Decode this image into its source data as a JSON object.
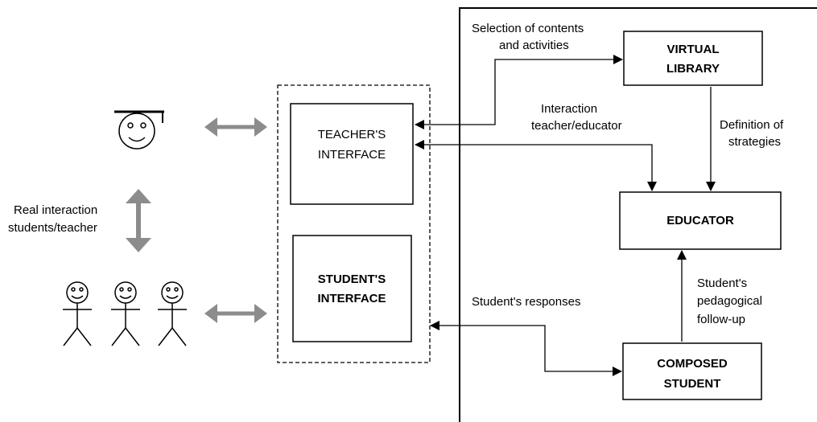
{
  "boxes": {
    "virtual_library": [
      "VIRTUAL",
      "LIBRARY"
    ],
    "teacher_interface": [
      "TEACHER'S",
      "INTERFACE"
    ],
    "student_interface": [
      "STUDENT'S",
      "INTERFACE"
    ],
    "educator": [
      "EDUCATOR"
    ],
    "composed_student": [
      "COMPOSED",
      "STUDENT"
    ]
  },
  "labels": {
    "selection": [
      "Selection of contents",
      "and activities"
    ],
    "interaction_teacher_educator": [
      "Interaction",
      "teacher/educator"
    ],
    "definition_strategies": [
      "Definition of",
      "strategies"
    ],
    "real_interaction": [
      "Real interaction",
      "students/teacher"
    ],
    "students_responses": [
      "Student's responses"
    ],
    "pedagogical_followup": [
      "Student's",
      "pedagogical",
      "follow-up"
    ]
  },
  "colors": {
    "line": "#000000",
    "grey_arrow": "#8c8c8c",
    "background": "#ffffff"
  },
  "icons": {
    "teacher": "teacher-smiley-icon",
    "students": "student-stick-figure-icon"
  }
}
